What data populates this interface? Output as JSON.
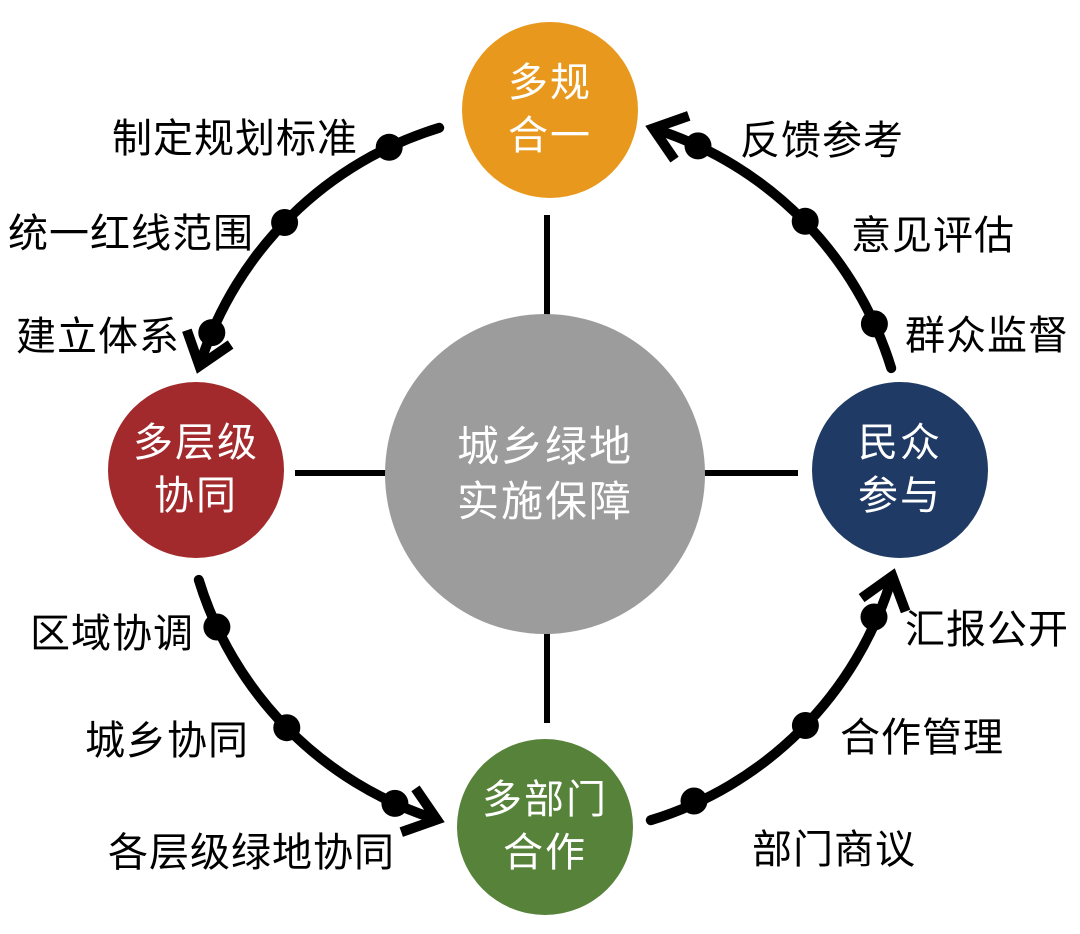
{
  "diagram": {
    "background": "#FFFFFF",
    "connector_color": "#000000",
    "label_color": "#000000"
  },
  "center": {
    "label": "城乡绿地\n实施保障",
    "color": "#9C9C9C"
  },
  "nodes": [
    {
      "id": "top",
      "label": "多规\n合一",
      "color": "#E8991D"
    },
    {
      "id": "left",
      "label": "多层级\n协同",
      "color": "#A32A2C"
    },
    {
      "id": "bottom",
      "label": "多部门\n合作",
      "color": "#56823A"
    },
    {
      "id": "right",
      "label": "民众\n参与",
      "color": "#1F3A64"
    }
  ],
  "arcs": [
    {
      "position": "top-left",
      "from": "多规合一",
      "to": "多层级协同",
      "labels": [
        "制定规划标准",
        "统一红线范围",
        "建立体系"
      ]
    },
    {
      "position": "bottom-left",
      "from": "多层级协同",
      "to": "多部门合作",
      "labels": [
        "区域协调",
        "城乡协同",
        "各层级绿地协同"
      ]
    },
    {
      "position": "bottom-right",
      "from": "多部门合作",
      "to": "民众参与",
      "labels": [
        "部门商议",
        "合作管理",
        "汇报公开"
      ]
    },
    {
      "position": "top-right",
      "from": "民众参与",
      "to": "多规合一",
      "labels": [
        "群众监督",
        "意见评估",
        "反馈参考"
      ]
    }
  ]
}
